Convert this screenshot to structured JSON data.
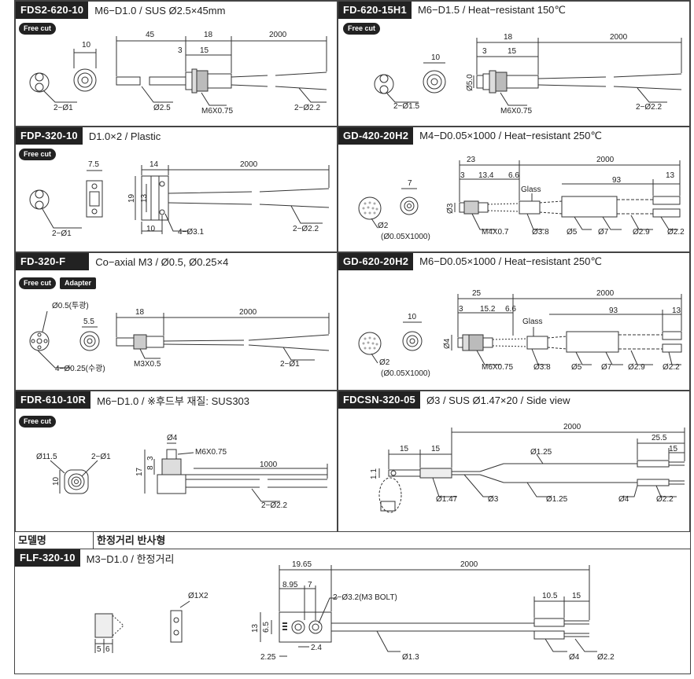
{
  "section_band": {
    "col1": "모델명",
    "col2": "한정거리 반사형"
  },
  "cells": [
    {
      "model": "FDS2-620-10",
      "desc": "M6−D1.0 / SUS Ø2.5×45mm",
      "badge": "Free cut",
      "labels": {
        "d1": "10",
        "d2": "45",
        "d3": "18",
        "d4": "2000",
        "d5": "3",
        "d6": "15",
        "c1": "2−Ø1",
        "c2": "Ø2.5",
        "c3": "M6X0.75",
        "c4": "2−Ø2.2"
      }
    },
    {
      "model": "FD-620-15H1",
      "desc": "M6−D1.5 / Heat−resistant 150℃",
      "badge": "Free cut",
      "labels": {
        "d1": "10",
        "d2": "18",
        "d3": "2000",
        "d4": "3",
        "d5": "15",
        "d6": "Ø5.0",
        "c1": "2−Ø1.5",
        "c2": "M6X0.75",
        "c3": "2−Ø2.2"
      }
    },
    {
      "model": "FDP-320-10",
      "desc": "D1.0×2 / Plastic",
      "badge": "Free cut",
      "labels": {
        "d1": "7.5",
        "d2": "14",
        "d3": "2000",
        "d4": "19",
        "d5": "13",
        "d6": "10",
        "c1": "2−Ø1",
        "c2": "4−Ø3.1",
        "c3": "2−Ø2.2"
      }
    },
    {
      "model": "GD-420-20H2",
      "desc": "M4−D0.05×1000 / Heat−resistant 250℃",
      "labels": {
        "d1": "23",
        "d2": "2000",
        "d3": "7",
        "d4": "3",
        "d5": "13.4",
        "d6": "6.6",
        "d7": "Glass",
        "d8": "93",
        "d9": "13",
        "d10": "Ø3",
        "c1": "Ø2",
        "c2": "(Ø0.05X1000)",
        "c3": "M4X0.7",
        "c4": "Ø3.8",
        "c5": "Ø5",
        "c6": "Ø7",
        "c7": "Ø2.9",
        "c8": "Ø2.2"
      }
    },
    {
      "model": "FD-320-F",
      "desc": "Co−axial M3 / Ø0.5, Ø0.25×4",
      "badge": "Free cut",
      "badge2": "Adapter",
      "labels": {
        "d1": "Ø0.5(투광)",
        "d2": "5.5",
        "d3": "18",
        "d4": "2000",
        "c1": "4−Ø0.25(수광)",
        "c2": "M3X0.5",
        "c3": "2−Ø1"
      }
    },
    {
      "model": "GD-620-20H2",
      "desc": "M6−D0.05×1000 / Heat−resistant 250℃",
      "labels": {
        "d1": "25",
        "d2": "2000",
        "d3": "10",
        "d4": "3",
        "d5": "15.2",
        "d6": "6.6",
        "d7": "Glass",
        "d8": "93",
        "d9": "13",
        "d10": "Ø4",
        "c1": "Ø2",
        "c2": "(Ø0.05X1000)",
        "c3": "M6X0.75",
        "c4": "Ø3.8",
        "c5": "Ø5",
        "c6": "Ø7",
        "c7": "Ø2.9",
        "c8": "Ø2.2"
      }
    },
    {
      "model": "FDR-610-10R",
      "desc": "M6−D1.0 / ※후드부 재질: SUS303",
      "badge": "Free cut",
      "labels": {
        "d1": "Ø4",
        "d2": "M6X0.75",
        "d3": "Ø11.5",
        "d4": "2−Ø1",
        "d5": "10",
        "d6": "17",
        "d7": "8",
        "d8": "3",
        "d9": "1000",
        "c1": "2−Ø2.2"
      }
    },
    {
      "model": "FDCSN-320-05",
      "desc": "Ø3 / SUS Ø1.47×20 / Side view",
      "labels": {
        "d1": "2000",
        "d2": "25.5",
        "d3": "15",
        "d4": "15",
        "d5": "15",
        "d6": "Ø1.25",
        "d7": "1.1",
        "c1": "Ø1.47",
        "c2": "Ø3",
        "c3": "Ø1.25",
        "c4": "Ø4",
        "c5": "Ø2.2"
      }
    },
    {
      "model": "FLF-320-10",
      "desc": "M3−D1.0 / 한정거리",
      "labels": {
        "d1": "Ø1X2",
        "d2": "19.65",
        "d3": "2000",
        "d4": "8.95",
        "d5": "7",
        "d6": "2−Ø3.2(M3 BOLT)",
        "d7": "13",
        "d8": "6.5",
        "d9": "10.5",
        "d10": "15",
        "d11": "5",
        "d12": "6",
        "d13": "2.4",
        "d14": "2.25",
        "c1": "Ø1.3",
        "c2": "Ø4",
        "c3": "Ø2.2"
      }
    }
  ]
}
